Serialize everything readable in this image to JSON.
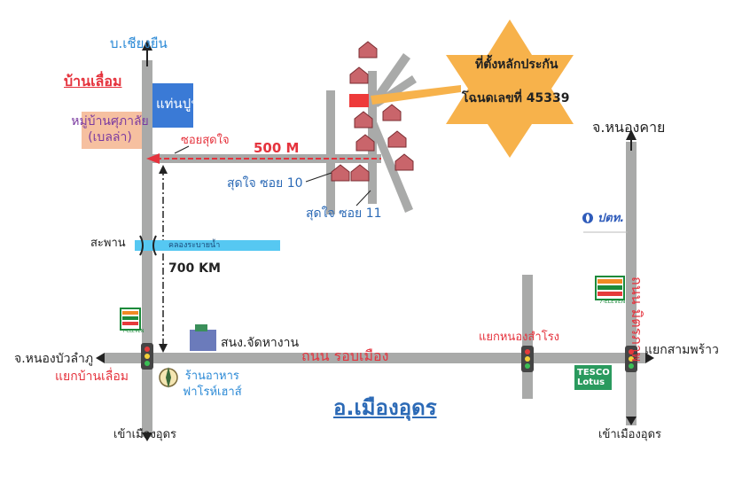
{
  "labels": {
    "north_road": "บ.เชียงยืน",
    "village_left": "บ้านเลื่อม",
    "housing_estate": "หมู่บ้านศุภาลัย\n(เบลล่า)",
    "cpac": "แท่นปูน CPAC",
    "soi_sudjai": "ซอยสุดใจ",
    "distance_500": "500 M",
    "sudjai_10": "สุดใจ ซอย 10",
    "sudjai_11": "สุดใจ ซอย 11",
    "land_title": "ที่ตั้งหลักประกัน",
    "deed_no": "โฉนดเลขที่ 45339",
    "nongkhai": "จ.หนองคาย",
    "ptt": "ปตท.",
    "bridge": "สะพาน",
    "canal": "คลองระบายน้ำ",
    "distance_700": "700 KM",
    "mittraphap_road": "ถนน มิตรภาพ",
    "elevenA": "7-ELEVEN",
    "elevenB": "7-ELEVEN",
    "west_road": "จ.หนองบัวลำภู",
    "junction_left": "แยกบ้านเลื่อม",
    "hwdept": "สนง.จัดหางาน",
    "restaurant": "ร้านอาหาร\nฟาโรห์เฮาส์",
    "ring_road": "ถนน รอบเมือง",
    "junction_mid": "แยกหนองสำโรง",
    "junction_right": "แยกสามพร้าว",
    "tesco": "TESCO\nLotus",
    "district": "อ.เมืองอุดร",
    "south_left": "เข้าเมืองอุดร",
    "south_right": "เข้าเมืองอุดร"
  },
  "colors": {
    "road": "#a9aaa9",
    "blue_text": "#2c8ad6",
    "red_text": "#e5333d",
    "star": "#f7b24b",
    "cpac_box": "#3a7ad6",
    "estate_box": "#f6c0a0",
    "canal": "#56c8f2",
    "dark": "#222222"
  },
  "icons": [
    "house-icon",
    "traffic-light-icon",
    "seven-eleven-icon",
    "ptt-icon",
    "tesco-lotus-icon",
    "building-icon",
    "compass-icon",
    "plot-marker-icon"
  ]
}
